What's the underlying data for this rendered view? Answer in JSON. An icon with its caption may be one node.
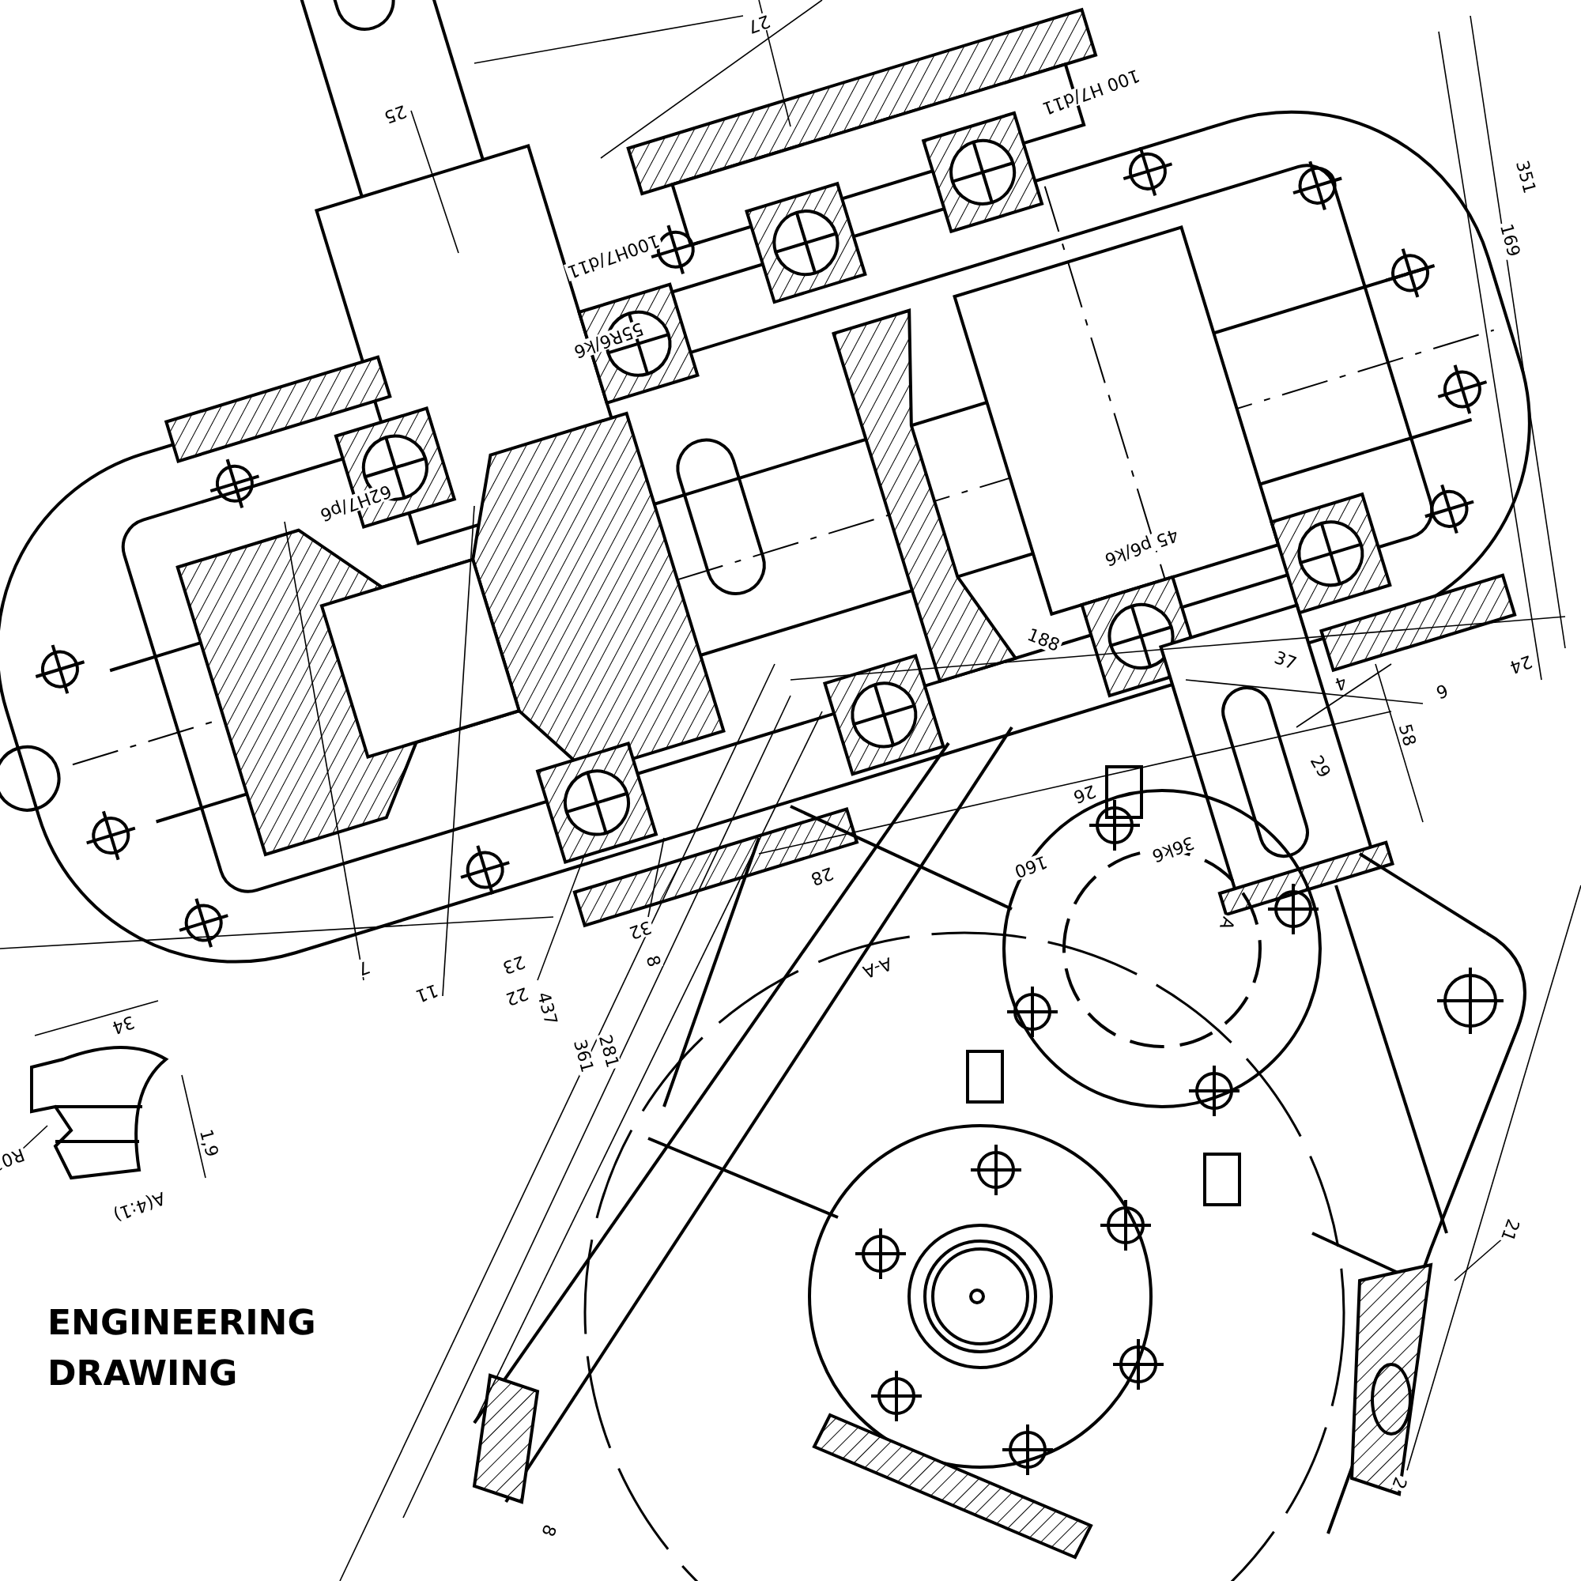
{
  "diagram": {
    "title": "ENGINEERING DRAWING",
    "labels": [
      "27",
      "25",
      "100H7/d11",
      "55R6/k6",
      "100 H7/d11",
      "351",
      "169",
      "62H7/p6",
      "45 p6/k6",
      "188",
      "37",
      "4",
      "6",
      "24",
      "58",
      "29",
      "26",
      "36k6",
      "160",
      "28",
      "A",
      "A-A",
      "7",
      "11",
      "23",
      "22",
      "32",
      "8",
      "437",
      "361",
      "281",
      "34",
      "1,9",
      "R0",
      "A(4:1)",
      "21",
      "2",
      "8"
    ]
  }
}
